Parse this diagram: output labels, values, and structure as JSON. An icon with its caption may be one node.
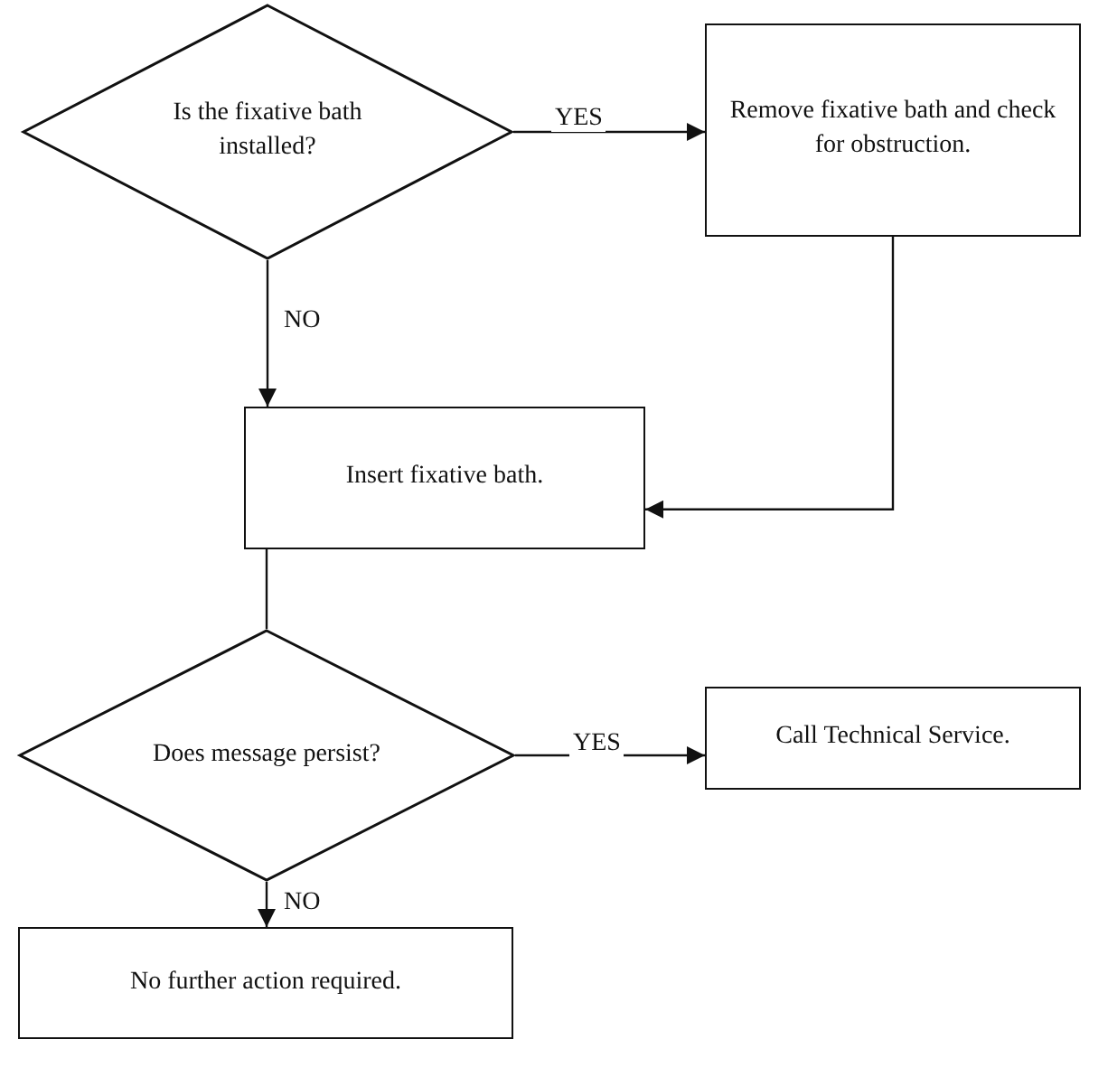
{
  "diagram": {
    "nodes": [
      {
        "text": [
          "Is the fixative bath installed?"
        ]
      },
      {
        "text": [
          "Remove fixative bath and check for obstruction."
        ]
      },
      {
        "text": [
          "Insert fixative bath."
        ]
      },
      {
        "text": [
          "Does message persist?"
        ]
      },
      {
        "text": [
          "Call Technical Service."
        ]
      },
      {
        "text": [
          "No further action required."
        ]
      }
    ],
    "edges": [
      {
        "from": 0,
        "to": 1,
        "arrow": "to",
        "label": "YES"
      },
      {
        "from": 0,
        "to": 2,
        "arrow": "to",
        "label": "NO"
      },
      {
        "from": 1,
        "to": 2,
        "arrow": "to"
      },
      {
        "from": 2,
        "to": 3,
        "arrow": "none"
      },
      {
        "from": 3,
        "to": 4,
        "arrow": "to",
        "label": "YES"
      },
      {
        "from": 3,
        "to": 5,
        "arrow": "to",
        "label": "NO"
      }
    ]
  }
}
